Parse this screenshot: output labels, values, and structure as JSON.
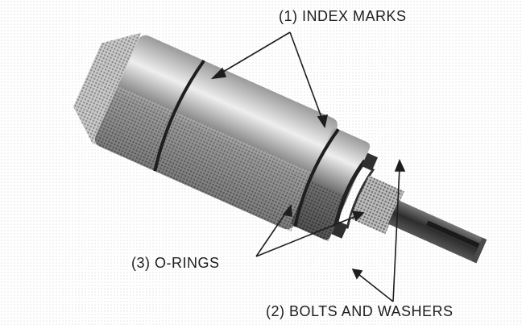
{
  "figure": {
    "subject": "halftone photograph of cylindrical component",
    "colors": {
      "background": "#ffffff",
      "ink": "#1e1e1e",
      "part_dark": "#3a3a3a",
      "part_mid": "#8a8a8a",
      "part_light": "#d6d6d6"
    }
  },
  "callouts": {
    "index_marks": "(1) INDEX MARKS",
    "o_rings": "(3) O-RINGS",
    "bolts_and_washers": "(2) BOLTS AND WASHERS"
  }
}
